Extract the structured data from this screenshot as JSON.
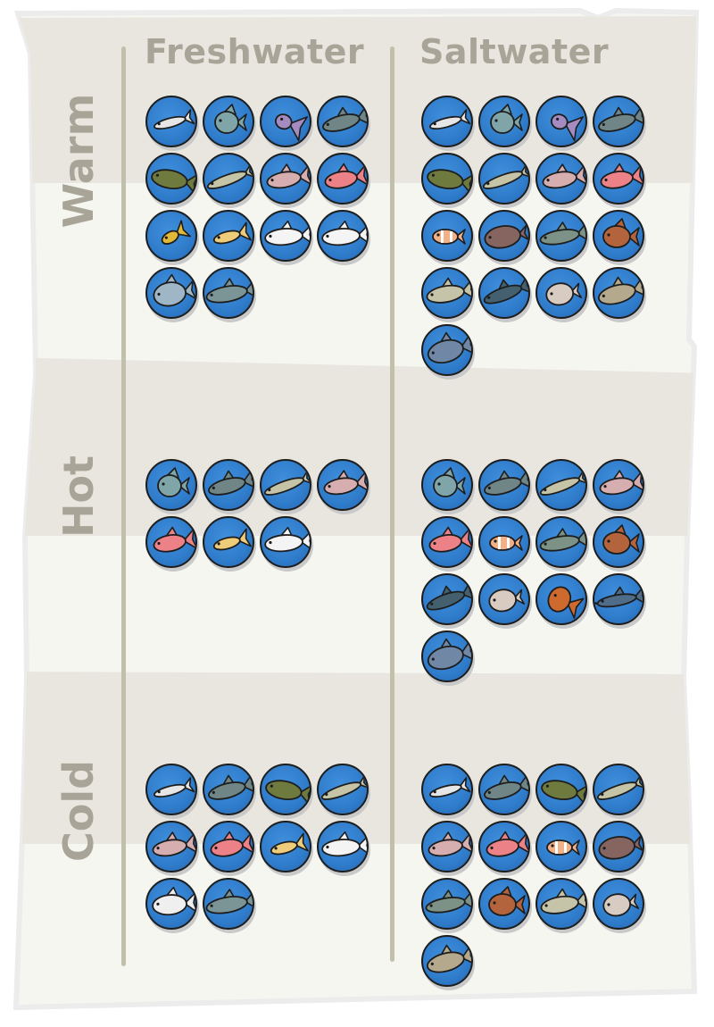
{
  "columns": {
    "freshwater": "Freshwater",
    "saltwater": "Saltwater"
  },
  "rows": {
    "warm": "Warm",
    "hot": "Hot",
    "cold": "Cold"
  },
  "colors": {
    "paper": "#f6f6f1",
    "band": "#e8e6de",
    "text": "#a8a497",
    "icon_bg": "#2f7ccb"
  },
  "grid": {
    "warm": {
      "freshwater": [
        "sardine-icon",
        "angelfish-icon",
        "squid-icon",
        "shark-icon",
        "sunfish-icon",
        "eel-icon",
        "salmon-icon",
        "red-snapper-icon",
        "goldfish-icon",
        "yellow-fish-icon",
        "white-fish-icon",
        "white-fish-icon",
        "piranha-icon",
        "catfish-icon"
      ],
      "saltwater": [
        "sardine-icon",
        "angelfish-icon",
        "squid-icon",
        "shark-icon",
        "sunfish-icon",
        "eel-icon",
        "salmon-icon",
        "red-snapper-icon",
        "clownfish-icon",
        "flounder-icon",
        "mackerel-icon",
        "anglerfish-icon",
        "grouper-icon",
        "dolphin-icon",
        "pufferfish-icon",
        "sculpin-icon",
        "tuna-icon"
      ]
    },
    "hot": {
      "freshwater": [
        "angelfish-icon",
        "shark-icon",
        "eel-icon",
        "salmon-icon",
        "red-snapper-icon",
        "yellow-fish-icon",
        "white-fish-icon"
      ],
      "saltwater": [
        "angelfish-icon",
        "shark-icon",
        "eel-icon",
        "salmon-icon",
        "red-snapper-icon",
        "clownfish-icon",
        "mackerel-icon",
        "anglerfish-icon",
        "dolphin-icon",
        "pufferfish-icon",
        "octopus-icon",
        "swordfish-icon",
        "tuna-icon"
      ]
    },
    "cold": {
      "freshwater": [
        "sardine-icon",
        "shark-icon",
        "sunfish-icon",
        "eel-icon",
        "salmon-icon",
        "red-snapper-icon",
        "yellow-fish-icon",
        "white-fish-icon",
        "cod-icon",
        "catfish-icon"
      ],
      "saltwater": [
        "sardine-icon",
        "shark-icon",
        "sunfish-icon",
        "eel-icon",
        "salmon-icon",
        "red-snapper-icon",
        "clownfish-icon",
        "flounder-icon",
        "mackerel-icon",
        "anglerfish-icon",
        "grouper-icon",
        "pufferfish-icon",
        "sculpin-icon"
      ]
    }
  }
}
